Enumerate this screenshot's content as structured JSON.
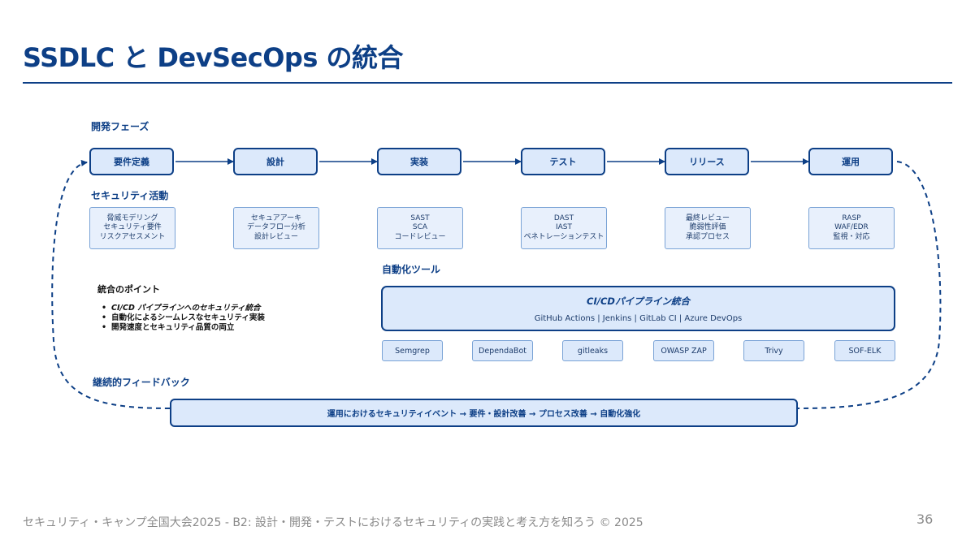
{
  "header": {
    "title": "SSDLC と DevSecOps の統合"
  },
  "sections": {
    "phases_label": "開発フェーズ",
    "activities_label": "セキュリティ活動",
    "tools_label": "自動化ツール",
    "points_label": "統合のポイント",
    "feedback_label": "継続的フィードバック"
  },
  "phases": [
    "要件定義",
    "設計",
    "実装",
    "テスト",
    "リリース",
    "運用"
  ],
  "activities": [
    [
      "脅威モデリング",
      "セキュリティ要件",
      "リスクアセスメント"
    ],
    [
      "セキュアアーキ",
      "データフロー分析",
      "設計レビュー"
    ],
    [
      "SAST",
      "SCA",
      "コードレビュー"
    ],
    [
      "DAST",
      "IAST",
      "ペネトレーションテスト"
    ],
    [
      "最終レビュー",
      "脆弱性評価",
      "承認プロセス"
    ],
    [
      "RASP",
      "WAF/EDR",
      "監視・対応"
    ]
  ],
  "cicd": {
    "title": "CI/CDパイプライン統合",
    "subtitle": "GitHub Actions | Jenkins | GitLab CI | Azure DevOps"
  },
  "tools": [
    "Semgrep",
    "DependaBot",
    "gitleaks",
    "OWASP ZAP",
    "Trivy",
    "SOF-ELK"
  ],
  "points": {
    "bullet": "•",
    "items": [
      "CI/CD パイプラインへのセキュリティ統合",
      "自動化によるシームレスなセキュリティ実装",
      "開発速度とセキュリティ品質の両立"
    ]
  },
  "feedback": "運用におけるセキュリティイベント → 要件・設計改善 → プロセス改善 → 自動化強化",
  "footer": {
    "text": "セキュリティ・キャンプ全国大会2025 - B2: 設計・開発・テストにおけるセキュリティの実践と考え方を知ろう © 2025",
    "page_number": "36"
  },
  "colors": {
    "primary": "#0d3f86",
    "fill": "#dce9fb",
    "activity_fill": "#e8f0fc",
    "border_light": "#7aa3d6",
    "footer": "#8a8a8a"
  }
}
